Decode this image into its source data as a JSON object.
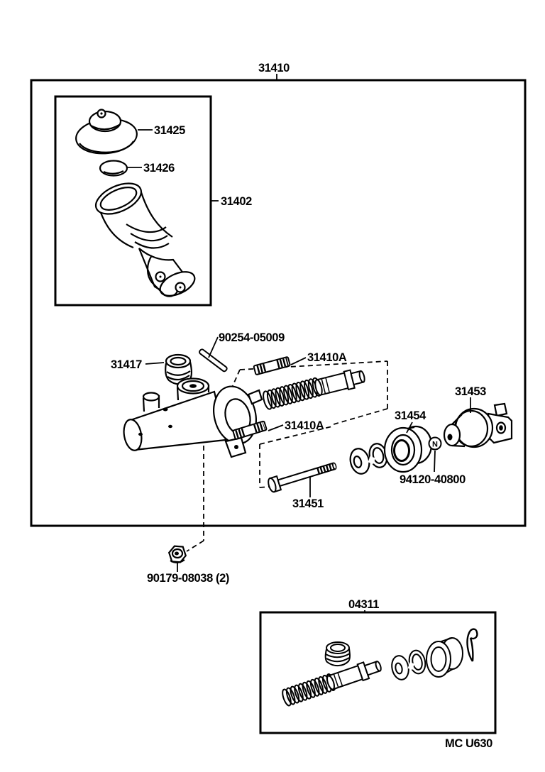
{
  "figure": {
    "code": "MC U630",
    "type": "exploded-parts-diagram",
    "subject": "clutch master cylinder"
  },
  "labels": {
    "assembly": "31410",
    "reservoir_cap": "31425",
    "cap_gasket": "31426",
    "reservoir_tank": "31402",
    "slotted_pin": "90254-05009",
    "grommet": "31417",
    "stud_upper": "31410A",
    "stud_lower": "31410A",
    "push_rod_bolt": "31451",
    "boot": "31454",
    "connector": "31453",
    "connector_nut": "94120-40800",
    "mounting_nut": "90179-08038 (2)",
    "repair_kit": "04311",
    "nut_symbol": "N"
  },
  "colors": {
    "ink": "#000000",
    "paper": "#ffffff"
  }
}
